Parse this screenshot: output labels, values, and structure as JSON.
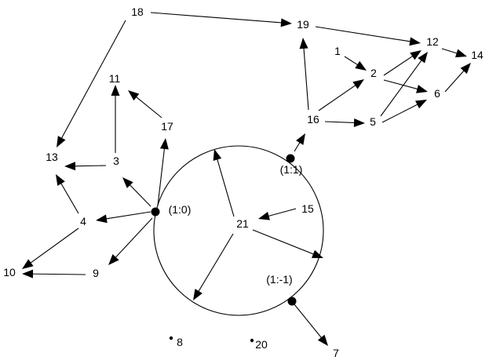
{
  "diagram": {
    "nodes": [
      {
        "id": "n1",
        "label": "1"
      },
      {
        "id": "n2",
        "label": "2"
      },
      {
        "id": "n3",
        "label": "3"
      },
      {
        "id": "n4",
        "label": "4"
      },
      {
        "id": "n5",
        "label": "5"
      },
      {
        "id": "n6",
        "label": "6"
      },
      {
        "id": "n7",
        "label": "7"
      },
      {
        "id": "n8",
        "label": "8"
      },
      {
        "id": "n9",
        "label": "9"
      },
      {
        "id": "n10",
        "label": "10"
      },
      {
        "id": "n11",
        "label": "11"
      },
      {
        "id": "n12",
        "label": "12"
      },
      {
        "id": "n13",
        "label": "13"
      },
      {
        "id": "n14",
        "label": "14"
      },
      {
        "id": "n15",
        "label": "15"
      },
      {
        "id": "n16",
        "label": "16"
      },
      {
        "id": "n17",
        "label": "17"
      },
      {
        "id": "n18",
        "label": "18"
      },
      {
        "id": "n19",
        "label": "19"
      },
      {
        "id": "n20",
        "label": "20"
      },
      {
        "id": "n21",
        "label": "21"
      },
      {
        "id": "p10",
        "label": "(1:0)"
      },
      {
        "id": "p11",
        "label": "(1:1)"
      },
      {
        "id": "p1m",
        "label": "(1:-1)"
      }
    ],
    "edges": [
      {
        "from": "n18",
        "to": "n19"
      },
      {
        "from": "n18",
        "to": "n13"
      },
      {
        "from": "n19",
        "to": "n12"
      },
      {
        "from": "n1",
        "to": "n2"
      },
      {
        "from": "n2",
        "to": "n12"
      },
      {
        "from": "n2",
        "to": "n6"
      },
      {
        "from": "n12",
        "to": "n14"
      },
      {
        "from": "n6",
        "to": "n14"
      },
      {
        "from": "n16",
        "to": "n19"
      },
      {
        "from": "n16",
        "to": "n2"
      },
      {
        "from": "n16",
        "to": "n5"
      },
      {
        "from": "n5",
        "to": "n12"
      },
      {
        "from": "n5",
        "to": "n6"
      },
      {
        "from": "p11",
        "to": "n16"
      },
      {
        "from": "n3",
        "to": "n11"
      },
      {
        "from": "n3",
        "to": "n13"
      },
      {
        "from": "n17",
        "to": "n11"
      },
      {
        "from": "p10",
        "to": "n17"
      },
      {
        "from": "p10",
        "to": "n3"
      },
      {
        "from": "p10",
        "to": "n4"
      },
      {
        "from": "p10",
        "to": "n9"
      },
      {
        "from": "n4",
        "to": "n13"
      },
      {
        "from": "n4",
        "to": "n10"
      },
      {
        "from": "n9",
        "to": "n10"
      },
      {
        "from": "n15",
        "to": "n21"
      },
      {
        "from": "n21",
        "to": "top"
      },
      {
        "from": "n21",
        "to": "right"
      },
      {
        "from": "n21",
        "to": "bottomleft"
      },
      {
        "from": "p1m",
        "to": "n7"
      }
    ]
  }
}
